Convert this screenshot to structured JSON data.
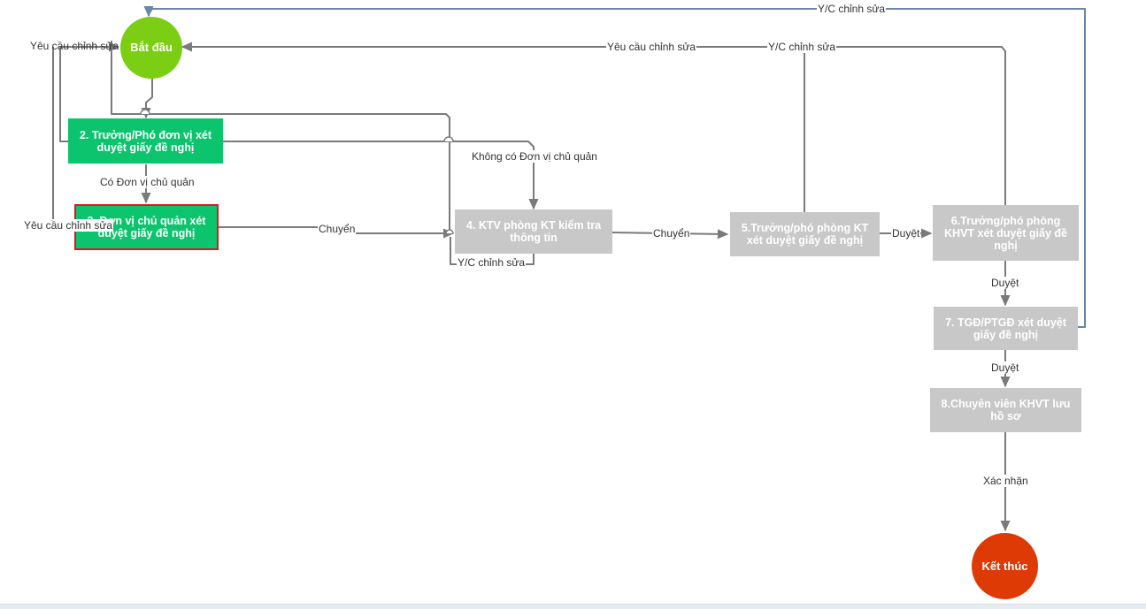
{
  "nodes": {
    "start": "Bắt đầu",
    "n2": "2. Trưởng/Phó đơn vị xét duyệt giấy đề nghị",
    "n3": "3. Đơn vị chủ quản xét duyệt giấy đề nghị",
    "n4": "4. KTV phòng KT kiểm tra thông tin",
    "n5": "5.Trưởng/phó phòng KT xét duyệt giấy đề nghị",
    "n6": "6.Trưởng/phó phòng KHVT xét duyệt giấy đề nghị",
    "n7": "7. TGĐ/PTGĐ xét duyệt giấy đề nghị",
    "n8": "8.Chuyên viên KHVT lưu hồ sơ",
    "end": "Kết thúc"
  },
  "edges": {
    "n7_back_top": "Y/C chỉnh sửa",
    "n6_back": "Yêu cầu chỉnh sửa",
    "n5_back": "Y/C chỉnh sửa",
    "n2_back": "Yêu cầu chỉnh sửa",
    "n3_back": "Yêu cầu chỉnh sửa",
    "no_parent": "Không có Đơn vị chủ quản",
    "has_parent": "Có Đơn vị chủ quản",
    "n3_to_n4": "Chuyển",
    "n4_back": "Y/C chỉnh sửa",
    "n4_to_n5": "Chuyển",
    "n5_to_n6": "Duyệt",
    "n6_to_n7": "Duyệt",
    "n7_to_n8": "Duyệt",
    "n8_to_end": "Xác nhận"
  },
  "colors": {
    "done": "#0dc46e",
    "current_border": "#e0161e",
    "pending": "#c8c8c8",
    "start": "#7cce14",
    "end": "#dd3a06",
    "line": "#7a7a7a",
    "line_blue": "#6a86a8"
  }
}
